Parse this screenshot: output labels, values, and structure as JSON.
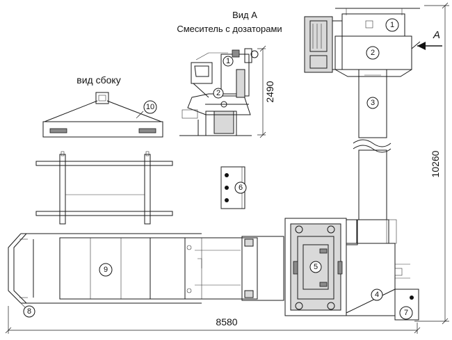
{
  "labels": {
    "view_a_title": "Вид А",
    "view_a_subtitle": "Смеситель с дозаторами",
    "side_view_title": "вид сбоку",
    "arrow_label": "A",
    "dim_height_mixer": "2490",
    "dim_total_height": "10260",
    "dim_total_width": "8580"
  },
  "callouts": [
    "1",
    "2",
    "1",
    "2",
    "3",
    "4",
    "5",
    "6",
    "7",
    "8",
    "9",
    "10"
  ]
}
